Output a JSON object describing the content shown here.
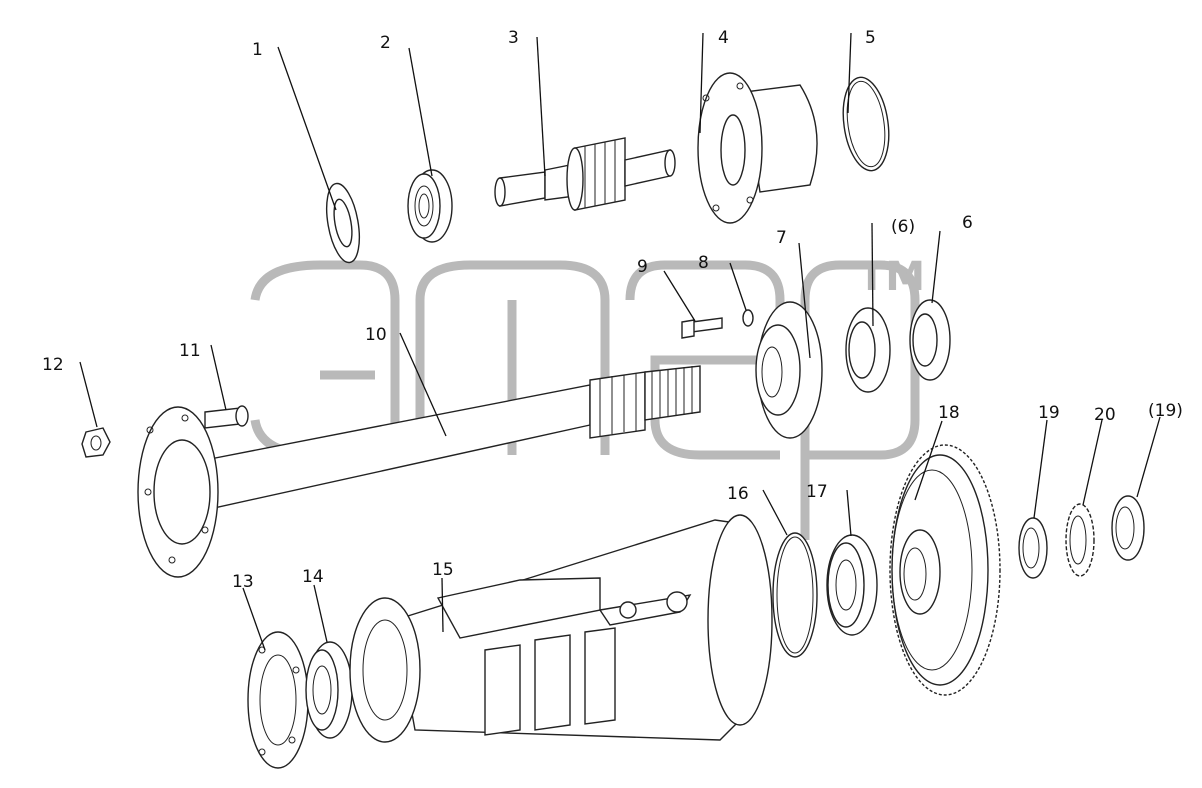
{
  "diagram": {
    "watermark": {
      "mark": "TM"
    },
    "corner_mark": "",
    "callouts": [
      {
        "id": "c1",
        "text": "1"
      },
      {
        "id": "c2",
        "text": "2"
      },
      {
        "id": "c3",
        "text": "3"
      },
      {
        "id": "c4",
        "text": "4"
      },
      {
        "id": "c5",
        "text": "5"
      },
      {
        "id": "c6",
        "text": "6"
      },
      {
        "id": "c6b",
        "text": "(6)"
      },
      {
        "id": "c7",
        "text": "7"
      },
      {
        "id": "c8",
        "text": "8"
      },
      {
        "id": "c9",
        "text": "9"
      },
      {
        "id": "c10",
        "text": "10"
      },
      {
        "id": "c11",
        "text": "11"
      },
      {
        "id": "c12",
        "text": "12"
      },
      {
        "id": "c13",
        "text": "13"
      },
      {
        "id": "c14",
        "text": "14"
      },
      {
        "id": "c15",
        "text": "15"
      },
      {
        "id": "c16",
        "text": "16"
      },
      {
        "id": "c17",
        "text": "17"
      },
      {
        "id": "c18",
        "text": "18"
      },
      {
        "id": "c19",
        "text": "19"
      },
      {
        "id": "c19b",
        "text": "(19)"
      },
      {
        "id": "c20",
        "text": "20"
      }
    ]
  }
}
